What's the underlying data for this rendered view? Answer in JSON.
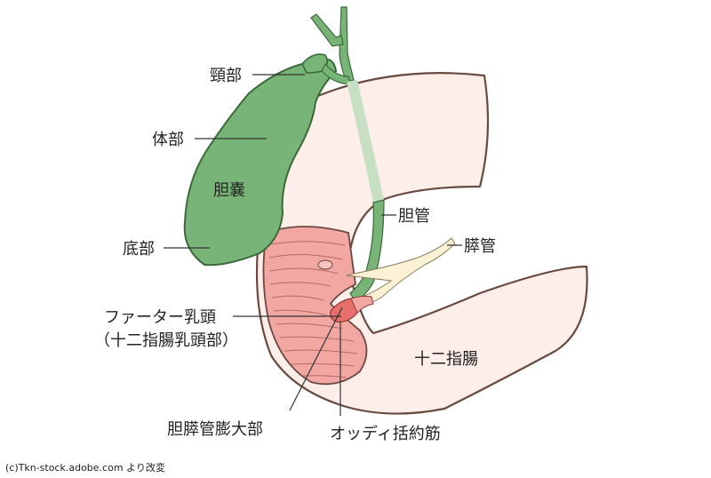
{
  "labels": {
    "neck": "頸部",
    "body": "体部",
    "gallbladder": "胆嚢",
    "fundus": "底部",
    "bile_duct": "胆管",
    "pancreatic_duct": "膵管",
    "papilla_line1": "ファーター乳頭",
    "papilla_line2": "（十二指腸乳頭部）",
    "duodenum": "十二指腸",
    "ampulla": "胆膵管膨大部",
    "oddi": "オッディ括約筋"
  },
  "credit": "(c)Tkn-stock.adobe.com より改変",
  "colors": {
    "gallbladder": "#78b478",
    "gallbladder_outline": "#3a6a3a",
    "duodenum": "#fdeeea",
    "duodenum_outline": "#6a4a40",
    "duodenum_wall": "#f0a0a0",
    "pancreatic_duct": "#fbf2d6"
  }
}
